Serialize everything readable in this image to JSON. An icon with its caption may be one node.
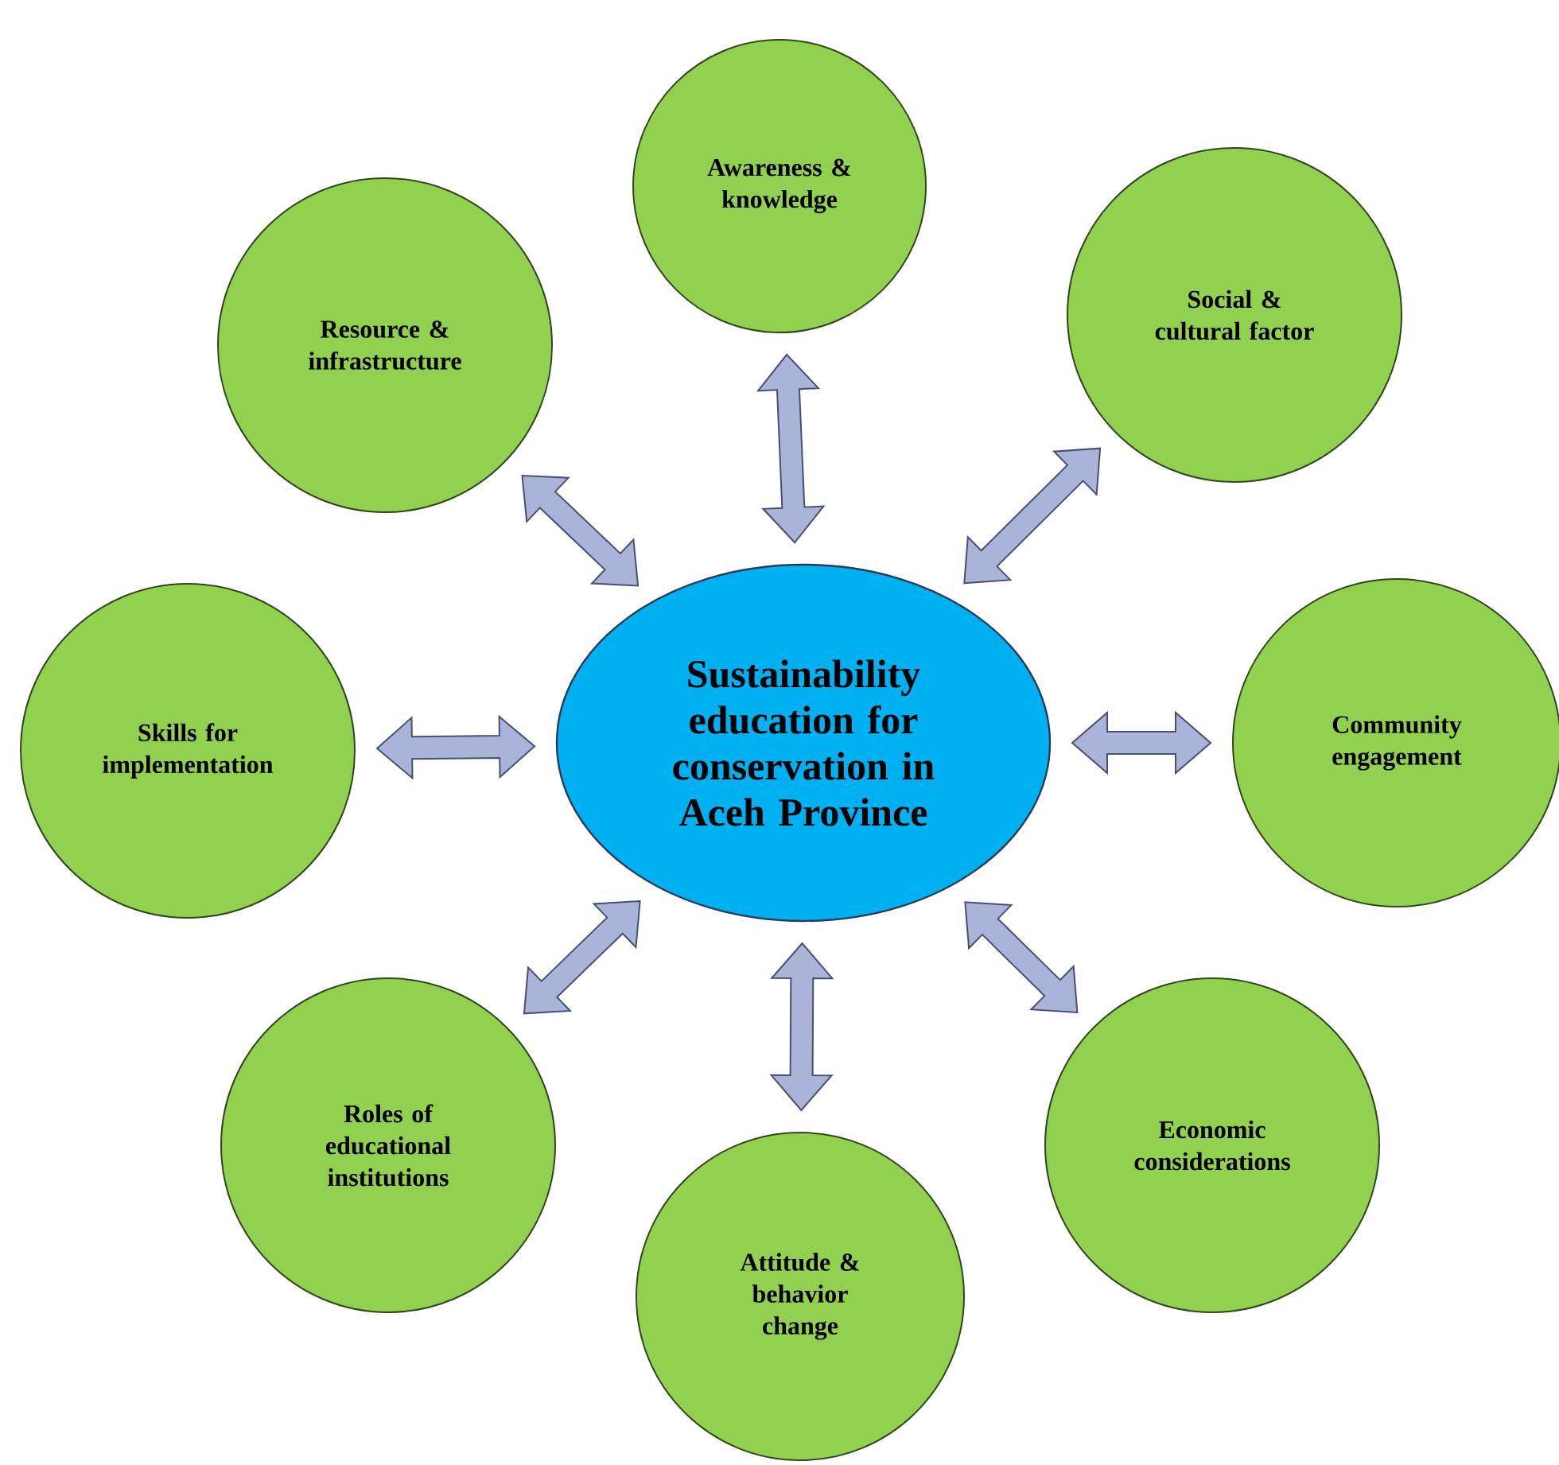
{
  "diagram": {
    "nodes": [
      {
        "text": [
          "Sustainability education for conservation in Aceh Province"
        ]
      },
      {
        "text": [
          "Awareness & knowledge"
        ]
      },
      {
        "text": [
          "Social & cultural factor"
        ]
      },
      {
        "text": [
          "Community engagement"
        ]
      },
      {
        "text": [
          "Economic considerations"
        ]
      },
      {
        "text": [
          "Attitude & behavior change"
        ]
      },
      {
        "text": [
          "Roles of educational institutions"
        ]
      },
      {
        "text": [
          "Skills for implementation"
        ]
      },
      {
        "text": [
          "Resource & infrastructure"
        ]
      }
    ],
    "edges": [
      {
        "from": 0,
        "to": 1,
        "arrow": "both"
      },
      {
        "from": 0,
        "to": 2,
        "arrow": "both"
      },
      {
        "from": 0,
        "to": 3,
        "arrow": "both"
      },
      {
        "from": 0,
        "to": 4,
        "arrow": "both"
      },
      {
        "from": 0,
        "to": 5,
        "arrow": "both"
      },
      {
        "from": 0,
        "to": 6,
        "arrow": "both"
      },
      {
        "from": 0,
        "to": 7,
        "arrow": "both"
      },
      {
        "from": 0,
        "to": 8,
        "arrow": "both"
      }
    ]
  }
}
